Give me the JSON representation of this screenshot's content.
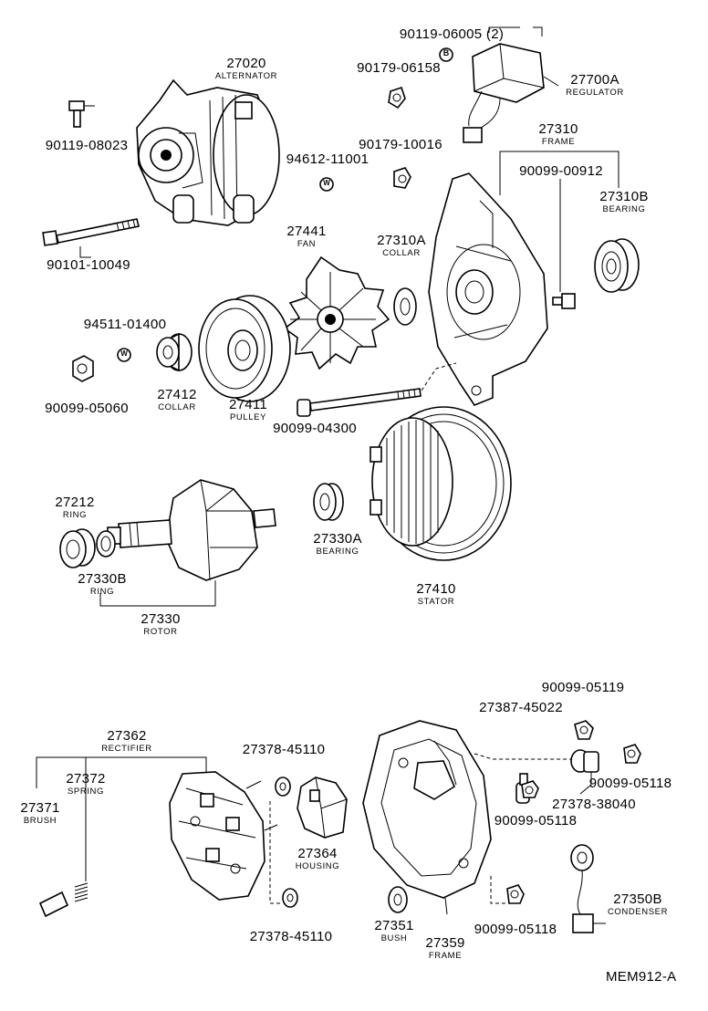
{
  "parts": [
    {
      "id": "p27020",
      "number": "27020",
      "name": "ALTERNATOR"
    },
    {
      "id": "p90119_08023",
      "number": "90119-08023",
      "name": ""
    },
    {
      "id": "p90101_10049",
      "number": "90101-10049",
      "name": ""
    },
    {
      "id": "p90119_06005",
      "number": "90119-06005 (2)",
      "name": ""
    },
    {
      "id": "p90179_06158",
      "number": "90179-06158",
      "name": ""
    },
    {
      "id": "p27700A",
      "number": "27700A",
      "name": "REGULATOR"
    },
    {
      "id": "p94612_11001",
      "number": "94612-11001",
      "name": ""
    },
    {
      "id": "p90179_10016",
      "number": "90179-10016",
      "name": ""
    },
    {
      "id": "p27310",
      "number": "27310",
      "name": "FRAME"
    },
    {
      "id": "p90099_00912",
      "number": "90099-00912",
      "name": ""
    },
    {
      "id": "p27310B",
      "number": "27310B",
      "name": "BEARING"
    },
    {
      "id": "p27441",
      "number": "27441",
      "name": "FAN"
    },
    {
      "id": "p27310A",
      "number": "27310A",
      "name": "COLLAR"
    },
    {
      "id": "p94511_01400",
      "number": "94511-01400",
      "name": ""
    },
    {
      "id": "p90099_05060",
      "number": "90099-05060",
      "name": ""
    },
    {
      "id": "p27412",
      "number": "27412",
      "name": "COLLAR"
    },
    {
      "id": "p27411",
      "number": "27411",
      "name": "PULLEY"
    },
    {
      "id": "p90099_04300",
      "number": "90099-04300",
      "name": ""
    },
    {
      "id": "p27212",
      "number": "27212",
      "name": "RING"
    },
    {
      "id": "p27330B",
      "number": "27330B",
      "name": "RING"
    },
    {
      "id": "p27330",
      "number": "27330",
      "name": "ROTOR"
    },
    {
      "id": "p27330A",
      "number": "27330A",
      "name": "BEARING"
    },
    {
      "id": "p27410",
      "number": "27410",
      "name": "STATOR"
    },
    {
      "id": "p90099_05119",
      "number": "90099-05119",
      "name": ""
    },
    {
      "id": "p27387_45022",
      "number": "27387-45022",
      "name": ""
    },
    {
      "id": "p27362",
      "number": "27362",
      "name": "RECTIFIER"
    },
    {
      "id": "p27372",
      "number": "27372",
      "name": "SPRING"
    },
    {
      "id": "p27371",
      "number": "27371",
      "name": "BRUSH"
    },
    {
      "id": "p27378_45110a",
      "number": "27378-45110",
      "name": ""
    },
    {
      "id": "p90099_05118a",
      "number": "90099-05118",
      "name": ""
    },
    {
      "id": "p27378_38040",
      "number": "27378-38040",
      "name": ""
    },
    {
      "id": "p90099_05118b",
      "number": "90099-05118",
      "name": ""
    },
    {
      "id": "p27364",
      "number": "27364",
      "name": "HOUSING"
    },
    {
      "id": "p27378_45110b",
      "number": "27378-45110",
      "name": ""
    },
    {
      "id": "p27351",
      "number": "27351",
      "name": "BUSH"
    },
    {
      "id": "p27359",
      "number": "27359",
      "name": "FRAME"
    },
    {
      "id": "p90099_05118c",
      "number": "90099-05118",
      "name": ""
    },
    {
      "id": "p27350B",
      "number": "27350B",
      "name": "CONDENSER"
    }
  ],
  "markers": {
    "b": "B",
    "w1": "W",
    "w2": "W"
  },
  "diagram_ref": "MEM912-A"
}
